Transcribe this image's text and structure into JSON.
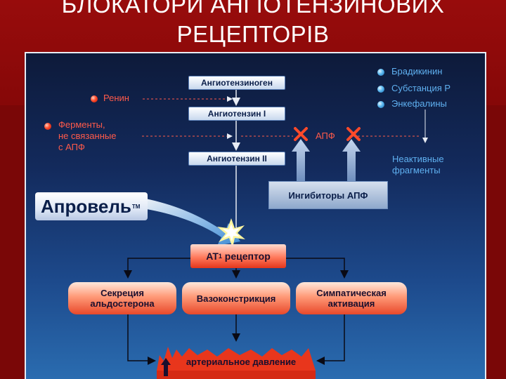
{
  "title": {
    "line1": "БЛОКАТОРИ АНГІОТЕНЗИНОВИХ",
    "line2": "РЕЦЕПТОРІВ"
  },
  "cascade": {
    "angiotensinogen": "Ангиотензиноген",
    "angiotensin1": "Ангиотензин I",
    "angiotensin2": "Ангиотензин II"
  },
  "renin": "Ренин",
  "enzymes": {
    "line1": "Ферменты,",
    "line2": "не связанные",
    "line3": "с АПФ"
  },
  "ace_label": "АПФ",
  "ace_inhibitors": "Ингибиторы АПФ",
  "kinins": {
    "items": [
      "Брадикинин",
      "Субстанция Р",
      "Энкефалины"
    ],
    "inactive_line1": "Неактивные",
    "inactive_line2": "фрагменты"
  },
  "drug": {
    "name": "Апровель",
    "trademark": "TM"
  },
  "receptor": {
    "prefix": "AT",
    "subscript": "1",
    "suffix": " рецептор"
  },
  "effects": {
    "aldosterone": {
      "line1": "Секреция",
      "line2": "альдостерона"
    },
    "vasoconstriction": "Вазоконстрикция",
    "sympathetic": {
      "line1": "Симпатическая",
      "line2": "активация"
    }
  },
  "blood_pressure": "артериальное давление",
  "colors": {
    "slide_bg": "#8e0a0a",
    "panel_top": "#0d1a3a",
    "panel_bottom": "#2a6cb0",
    "red_label": "#ff5a4a",
    "blue_label": "#5fb0f0",
    "effect_red": "#e8482a"
  }
}
